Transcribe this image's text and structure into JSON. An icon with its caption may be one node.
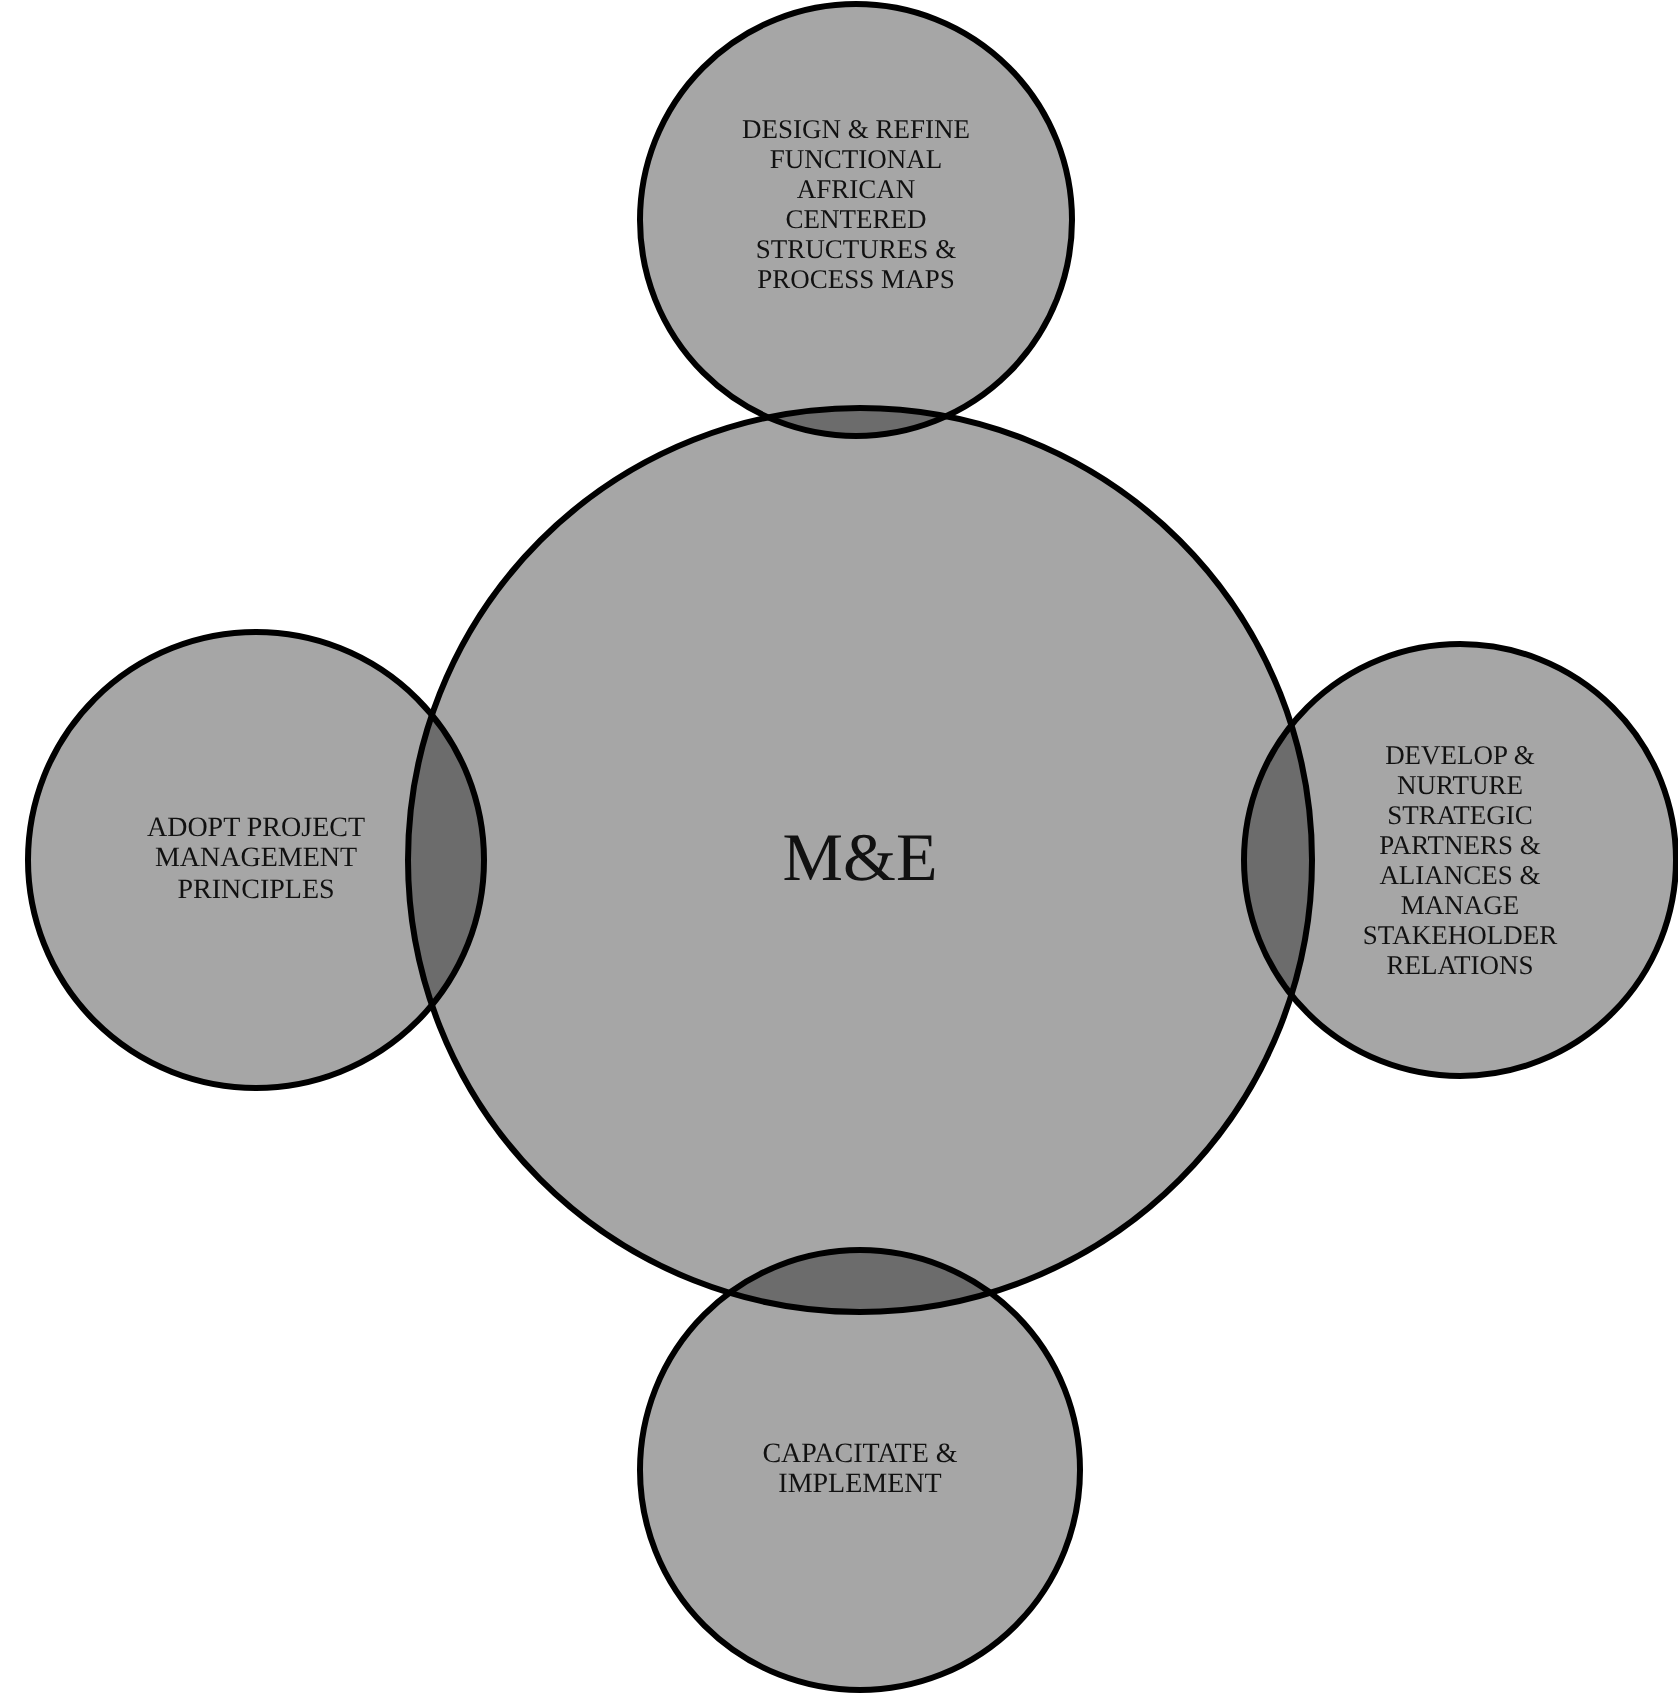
{
  "diagram": {
    "nodes": [
      {
        "text": [
          "M&E"
        ]
      },
      {
        "text": [
          "DESIGN & REFINE FUNCTIONAL AFRICAN CENTERED STRUCTURES & PROCESS MAPS"
        ]
      },
      {
        "text": [
          "ADOPT PROJECT MANAGEMENT PRINCIPLES"
        ]
      },
      {
        "text": [
          "DEVELOP & NURTURE STRATEGIC PARTNERS & ALIANCES & MANAGE STAKEHOLDER RELATIONS"
        ]
      },
      {
        "text": [
          "CAPACITATE & IMPLEMENT"
        ]
      }
    ],
    "edges": []
  }
}
